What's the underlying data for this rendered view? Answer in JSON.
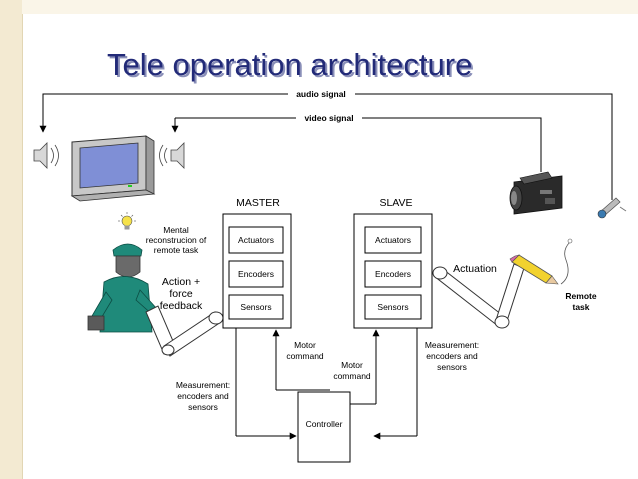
{
  "slide": {
    "title": "Tele operation architecture"
  },
  "signals": {
    "audio": "audio signal",
    "video": "video signal"
  },
  "master": {
    "label": "MASTER",
    "actuators": "Actuators",
    "encoders": "Encoders",
    "sensors": "Sensors"
  },
  "slave": {
    "label": "SLAVE",
    "actuators": "Actuators",
    "encoders": "Encoders",
    "sensors": "Sensors"
  },
  "labels": {
    "mental": [
      "Mental",
      "reconstrucion of",
      "remote task"
    ],
    "action": [
      "Action +",
      "force",
      "feedback"
    ],
    "actuation": "Actuation",
    "remote_task": [
      "Remote",
      "task"
    ],
    "measurement_slave": [
      "Measurement:",
      "encoders and",
      "sensors"
    ],
    "measurement_master": [
      "Measurement:",
      "encoders and",
      "sensors"
    ],
    "motor_command_1": [
      "Motor",
      "command"
    ],
    "motor_command_2": [
      "Motor",
      "command"
    ],
    "controller": "Controller"
  },
  "icons": [
    "speaker-icon",
    "monitor-icon",
    "lightbulb-icon",
    "operator-icon",
    "video-camera-icon",
    "microphone-icon",
    "robot-arm-icon",
    "pencil-icon"
  ],
  "colors": {
    "title": "#222a78",
    "operator": "#1f8a7a",
    "monitor_screen": "#7f8fd6"
  }
}
